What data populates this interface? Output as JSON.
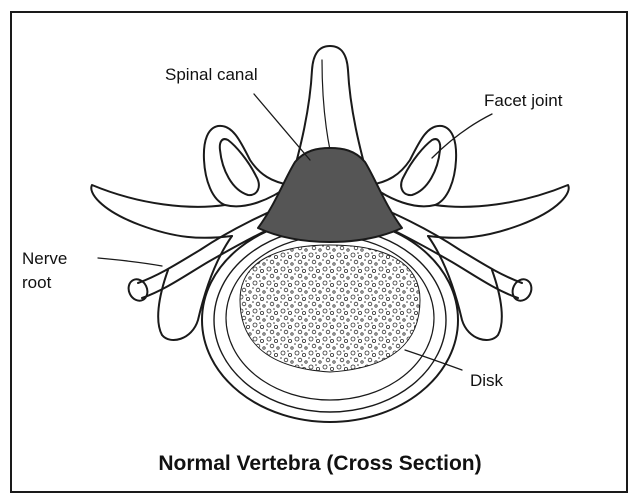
{
  "labels": {
    "spinal_canal": "Spinal canal",
    "facet_joint": "Facet joint",
    "nerve_root_line1": "Nerve",
    "nerve_root_line2": "root",
    "disk": "Disk"
  },
  "caption": "Normal Vertebra (Cross Section)",
  "colors": {
    "outline": "#1a1a1a",
    "canal_fill": "#555555",
    "background": "#ffffff"
  }
}
